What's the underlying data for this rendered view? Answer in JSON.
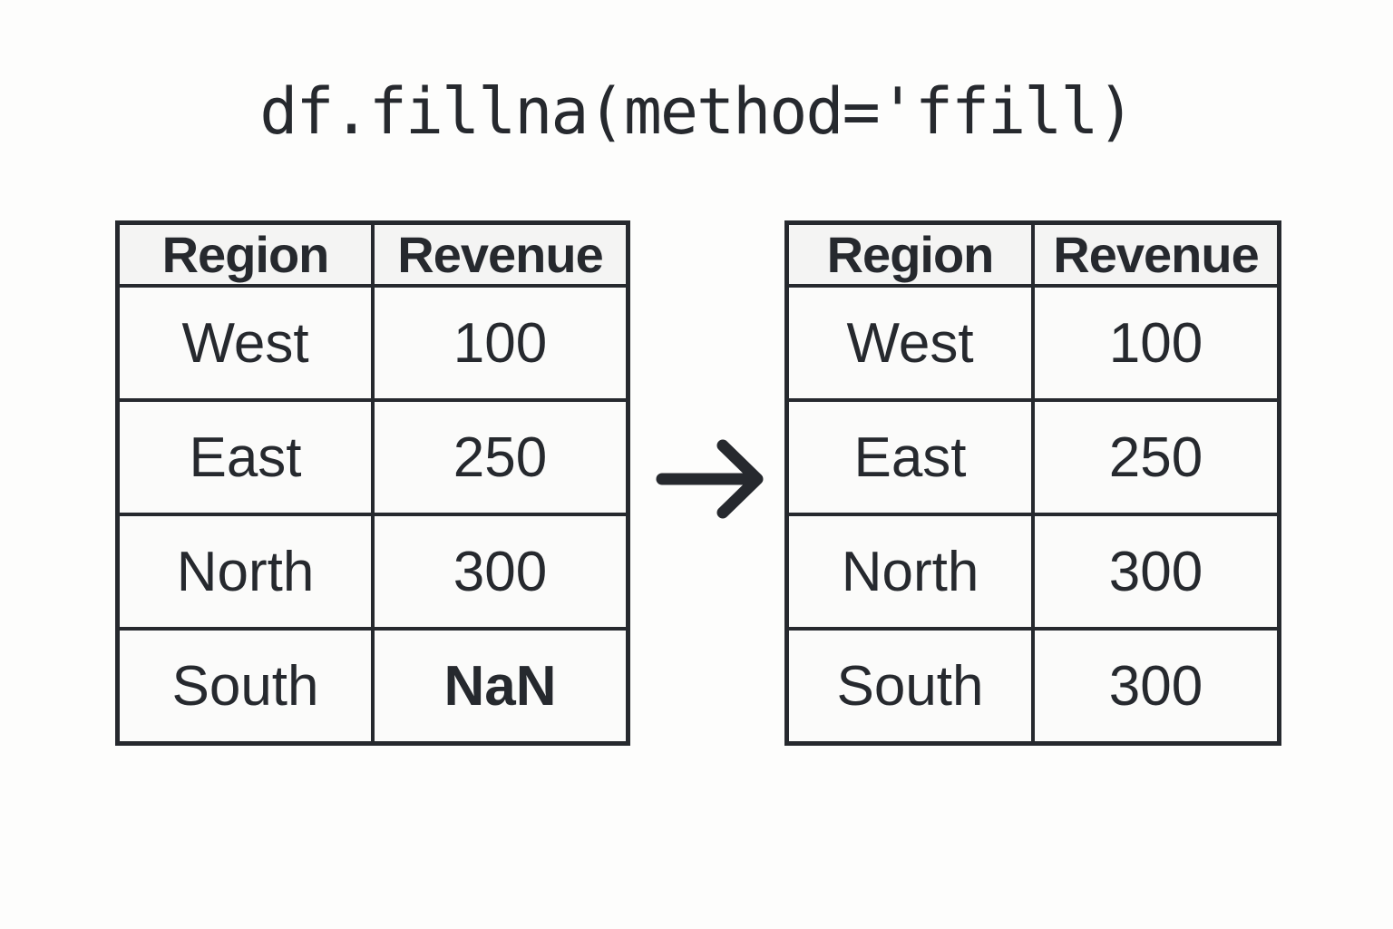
{
  "title": "df.fillna(method='ffill)",
  "before_table": {
    "headers": [
      "Region",
      "Revenue"
    ],
    "rows": [
      [
        "West",
        "100"
      ],
      [
        "East",
        "250"
      ],
      [
        "North",
        "300"
      ],
      [
        "South",
        "NaN"
      ]
    ]
  },
  "after_table": {
    "headers": [
      "Region",
      "Revenue"
    ],
    "rows": [
      [
        "West",
        "100"
      ],
      [
        "East",
        "250"
      ],
      [
        "North",
        "300"
      ],
      [
        "South",
        "300"
      ]
    ]
  },
  "arrow": {
    "name": "right-arrow",
    "direction": "right"
  },
  "colors": {
    "ink": "#26292e",
    "header_bg": "#f4f4f3",
    "cell_bg": "#fbfbfa",
    "page_bg": "#fdfdfc"
  }
}
